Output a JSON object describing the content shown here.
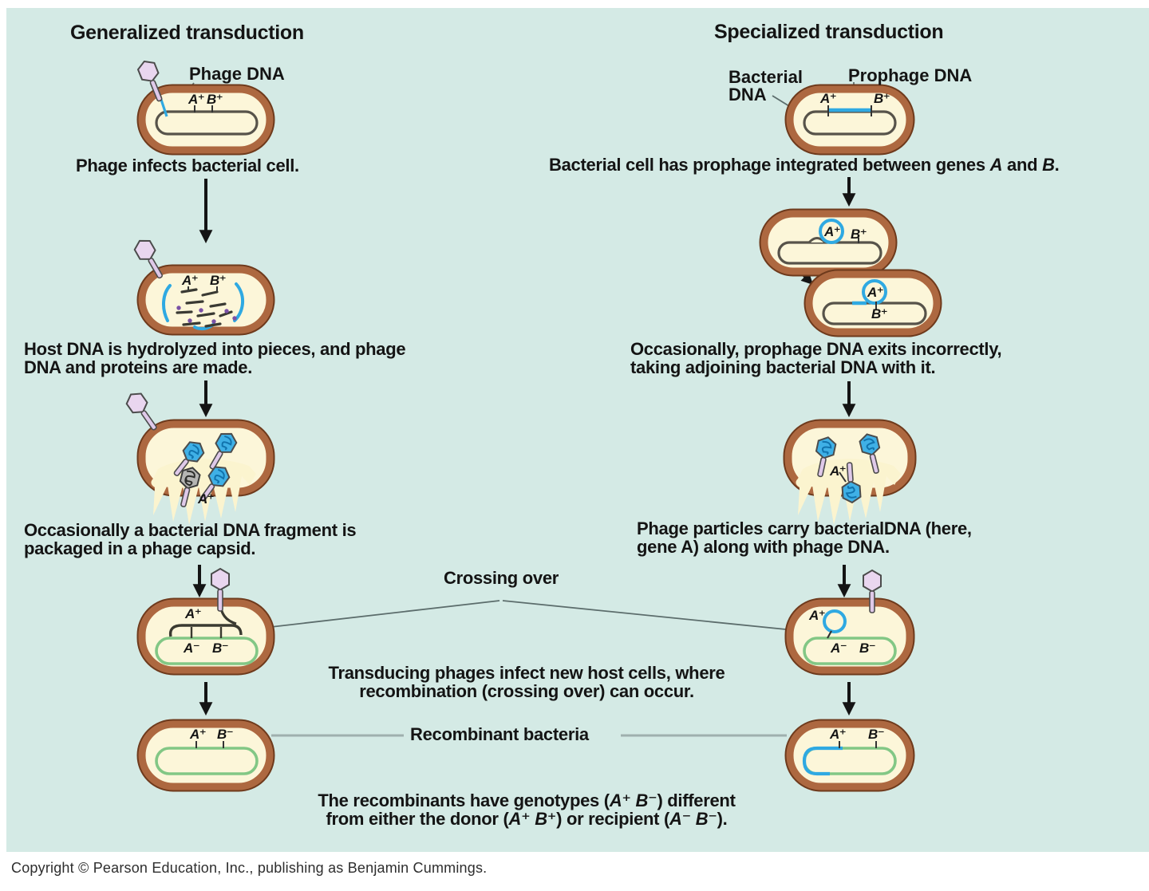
{
  "left": {
    "heading": "Generalized transduction",
    "phage_dna_label": "Phage DNA",
    "step1_caption": "Phage infects bacterial cell.",
    "step2_caption": "Host DNA is hydrolyzed into pieces, and phage\nDNA and proteins are made.",
    "step3_caption": "Occasionally a bacterial DNA fragment is\npackaged in a phage capsid."
  },
  "right": {
    "heading": "Specialized transduction",
    "bacterial_dna_label": "Bacterial\nDNA",
    "prophage_dna_label": "Prophage DNA",
    "step1_caption": {
      "pre": "Bacterial cell has prophage integrated between genes ",
      "gene_a": "A",
      "mid": " and ",
      "gene_b": "B",
      "end": "."
    },
    "step2_caption": "Occasionally, prophage DNA exits incorrectly,\ntaking adjoining bacterial DNA with it.",
    "step3_caption": "Phage particles carry bacterialDNA (here,\ngene A) along with phage DNA."
  },
  "middle": {
    "crossing_over_label": "Crossing over",
    "infect_caption": "Transducing phages infect new host cells, where\nrecombination (crossing over) can occur.",
    "recombinant_label": "Recombinant bacteria",
    "result_caption": {
      "p1": "The recombinants have genotypes (",
      "g1": "A⁺ B⁻",
      "p2": ") different\nfrom either the donor (",
      "g2": "A⁺ B⁺",
      "p3": ") or recipient (",
      "g3": "A⁻ B⁻",
      "p4": ")."
    }
  },
  "genes": {
    "a_plus": "A⁺",
    "b_plus": "B⁺",
    "a_minus": "A⁻",
    "b_minus": "B⁻"
  },
  "footer": {
    "copyright": "Copyright © Pearson Education, Inc., publishing as Benjamin Cummings."
  },
  "colors": {
    "background": "#d4eae5",
    "cell_wall_brown": "#ad6840",
    "cell_wall_edge": "#6e3a1c",
    "cell_fill": "#fcf6d9",
    "phage_dna_blue": "#2fa9e2",
    "chromosome_gray": "#57534a",
    "recipient_chromosome_green": "#82c785",
    "phage_head_lavender": "#e9d6ef",
    "protein_dot_purple": "#7a51a6"
  }
}
